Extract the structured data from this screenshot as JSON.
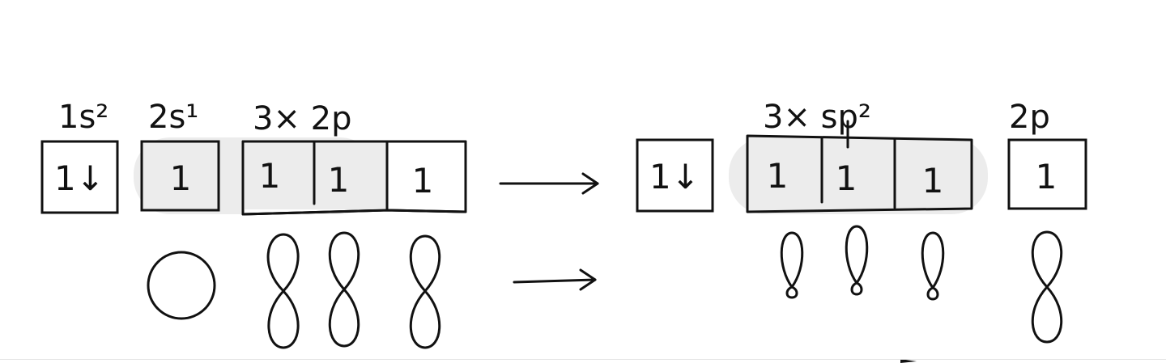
{
  "left": {
    "labels": {
      "s1": "1s²",
      "s2": "2s¹",
      "p": "3× 2p"
    },
    "boxes": {
      "b1": "1↓",
      "b2": "1",
      "b3": "1",
      "b4": "1",
      "b5": "1"
    }
  },
  "right": {
    "labels": {
      "sp2": "3× sp²",
      "p": "2p"
    },
    "boxes": {
      "b1": "1↓",
      "b2": "1",
      "b3": "1",
      "b4": "1",
      "b5": "1"
    }
  },
  "colors": {
    "ink": "#111111",
    "shade": "#ececec",
    "background": "#ffffff"
  }
}
